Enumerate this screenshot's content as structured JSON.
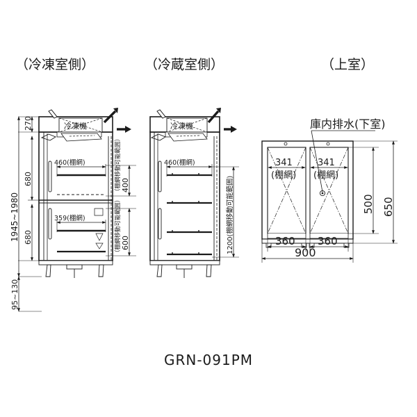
{
  "headers": [
    {
      "id": "freezer-side",
      "label": "（冷凍室側）"
    },
    {
      "id": "fridge-side",
      "label": "（冷蔵室側）"
    },
    {
      "id": "upper-room",
      "label": "（上室）"
    }
  ],
  "model": {
    "label": "GRN-091PM"
  },
  "left_view": {
    "unit_label": "冷凍機",
    "dims": {
      "overall_height": "1945~1980",
      "top_section": "270",
      "upper_compartment": "680",
      "lower_compartment": "680",
      "leg_height": "95~130",
      "upper_shelf_width": "460(棚網)",
      "lower_shelf_width": "359(棚網)",
      "upper_shelf_range": "400",
      "lower_shelf_range": "600",
      "upper_shelf_range_note": "（棚網移動可能範囲）",
      "lower_shelf_range_note": "（棚網移動可能範囲）"
    }
  },
  "middle_view": {
    "unit_label": "冷凍機",
    "dims": {
      "shelf_width": "460(棚網)",
      "shelf_range": "1200(棚網移動可能範囲)"
    }
  },
  "right_view": {
    "drain_label": "庫内排水(下室)",
    "dims": {
      "left_shelf_depth": "341",
      "right_shelf_depth": "341",
      "left_shelf_note": "(棚網)",
      "right_shelf_note": "(棚網)",
      "inner_height": "500",
      "outer_height": "650",
      "left_width": "360",
      "right_width": "360",
      "total_width": "900"
    }
  },
  "colors": {
    "line": "#1b1b1b",
    "text": "#1b1b1b",
    "background": "#ffffff",
    "fill_light": "#f2f2f2",
    "hatch": "#555555"
  }
}
